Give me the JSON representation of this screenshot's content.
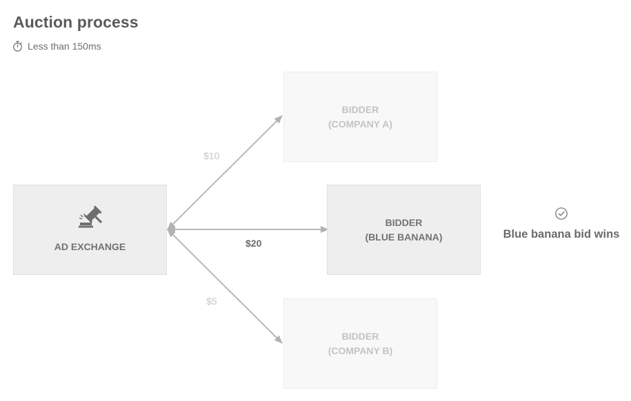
{
  "header": {
    "title": "Auction process",
    "timing": "Less than 150ms",
    "timing_icon": "stopwatch-icon"
  },
  "exchange": {
    "label": "AD EXCHANGE",
    "icon": "gavel-icon"
  },
  "bidders": [
    {
      "line1": "BIDDER",
      "line2": "(COMPANY A)",
      "bid": "$10",
      "state": "faded"
    },
    {
      "line1": "BIDDER",
      "line2": "(BLUE BANANA)",
      "bid": "$20",
      "state": "winner"
    },
    {
      "line1": "BIDDER",
      "line2": "(COMPANY B)",
      "bid": "$5",
      "state": "faded"
    }
  ],
  "result": {
    "text": "Blue banana bid wins",
    "icon": "check-circle-icon"
  },
  "colors": {
    "arrow": "#b5b5b5",
    "box_faded": "#f8f8f8",
    "box_active": "#eeeeee",
    "text_faded": "#c3c3c3",
    "text_active": "#6a6a6a"
  }
}
